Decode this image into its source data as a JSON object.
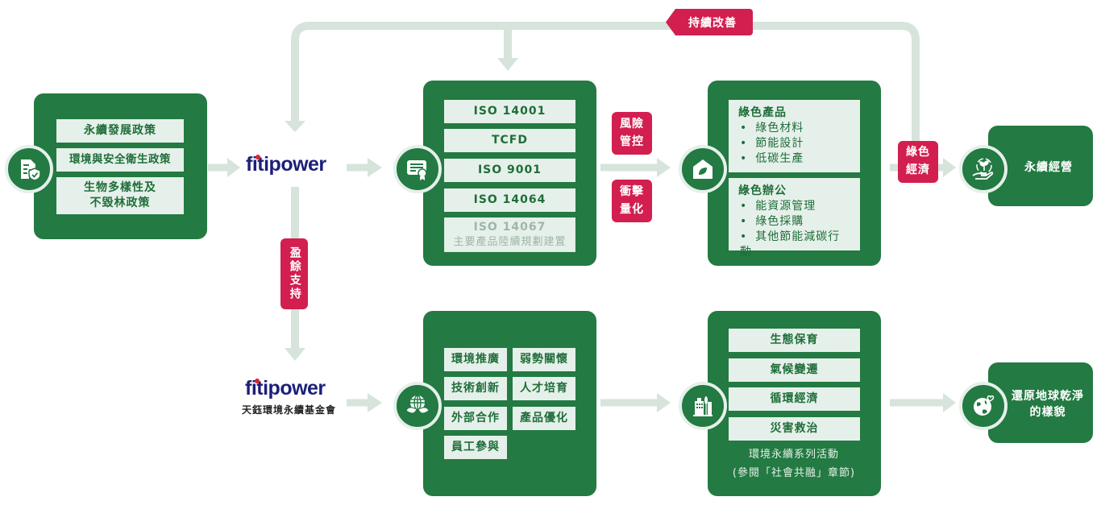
{
  "colors": {
    "primary_green": "#237a42",
    "chip_bg": "#e6f0ea",
    "chip_text": "#1f6e3a",
    "accent_red": "#d21f4f",
    "connector": "#d6e4dc",
    "logo_navy": "#1d1f7a",
    "logo_dot": "#e0232e"
  },
  "feedback_loop": {
    "label": "持續改善"
  },
  "policies": {
    "icon": "document-shield-icon",
    "items": [
      "永續發展政策",
      "環境與安全衛生政策",
      "生物多樣性及\n不毀林政策"
    ]
  },
  "company": {
    "logo_text": "fitipower"
  },
  "foundation": {
    "logo_text": "fitipower",
    "name": "天鈺環境永續基金會"
  },
  "surplus_tag": {
    "label": "盈餘支持"
  },
  "standards": {
    "icon": "certificate-icon",
    "items": [
      "ISO 14001",
      "TCFD",
      "ISO 9001",
      "ISO 14064"
    ],
    "planned": {
      "title": "ISO 14067",
      "note": "主要產品陸續規劃建置"
    }
  },
  "middle_tags": {
    "risk": "風險\n管控",
    "impact": "衝擊\n量化"
  },
  "green_actions": {
    "icon": "leaf-house-icon",
    "groups": [
      {
        "title": "綠色產品",
        "items": [
          "綠色材料",
          "節能設計",
          "低碳生產"
        ]
      },
      {
        "title": "綠色辦公",
        "items": [
          "能資源管理",
          "綠色採購",
          "其他節能減碳行動"
        ]
      }
    ]
  },
  "green_economy_tag": {
    "label": "綠色\n經濟"
  },
  "outcome_top": {
    "icon": "hand-plant-icon",
    "label": "永續經營"
  },
  "foundation_focus": {
    "icon": "globe-leaves-icon",
    "items": [
      "環境推廣",
      "弱勢關懷",
      "技術創新",
      "人才培育",
      "外部合作",
      "產品優化",
      "員工參與"
    ]
  },
  "activities": {
    "icon": "green-city-icon",
    "items": [
      "生態保育",
      "氣候變遷",
      "循環經濟",
      "災害救治"
    ],
    "note_line1": "環境永續系列活動",
    "note_line2": "(參閱「社會共融」章節)"
  },
  "outcome_bottom": {
    "icon": "earth-heart-icon",
    "label": "還原地球乾淨\n的樣貌"
  }
}
